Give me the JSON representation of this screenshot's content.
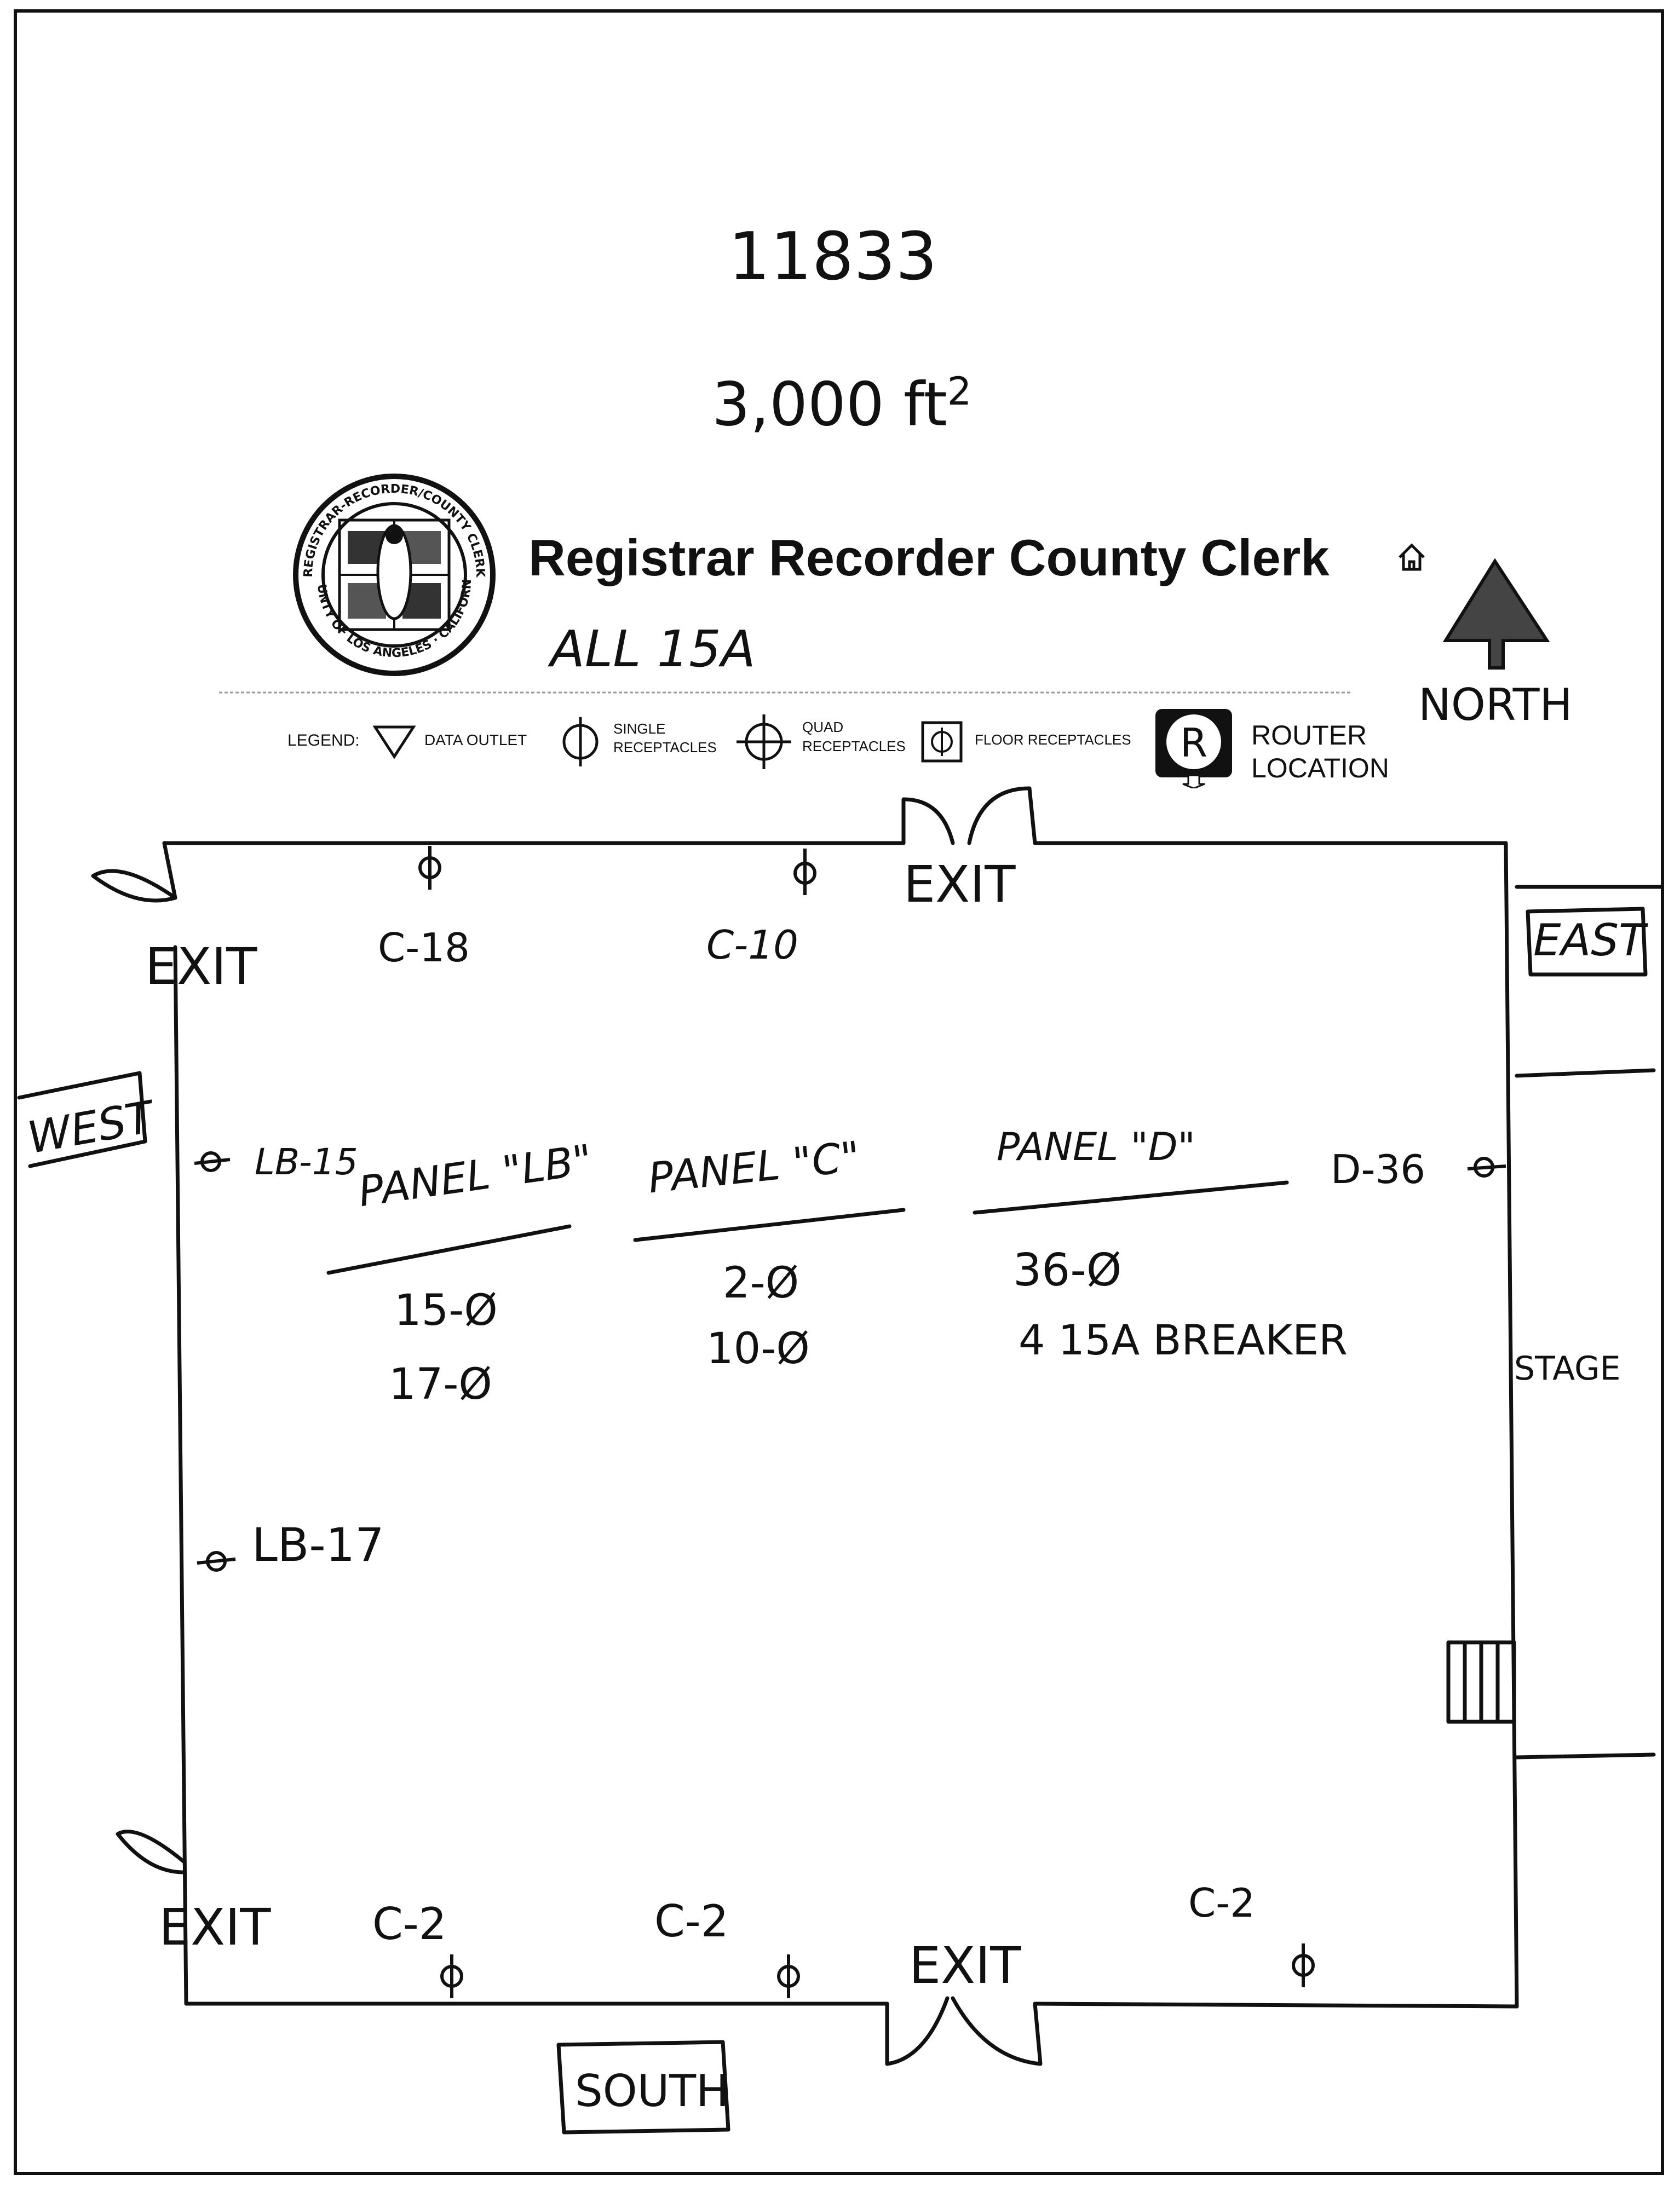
{
  "header": {
    "doc_number": "11833",
    "area": "3,000 ft",
    "area_sup": "2",
    "title": "Registrar Recorder County Clerk",
    "note": "ALL 15A",
    "north_label": "NORTH"
  },
  "seal": {
    "ring_text_top": "REGISTRAR-RECORDER/COUNTY CLERK",
    "ring_text_bottom": "COUNTY OF LOS ANGELES · CALIFORNIA"
  },
  "legend": {
    "label": "LEGEND:",
    "data_outlet": "DATA OUTLET",
    "single_line1": "SINGLE",
    "single_line2": "RECEPTACLES",
    "quad_line1": "QUAD",
    "quad_line2": "RECEPTACLES",
    "floor": "FLOOR RECEPTACLES",
    "router_symbol": "R",
    "router_line1": "ROUTER",
    "router_line2": "LOCATION"
  },
  "walls": {
    "west": "WEST",
    "east": "EAST",
    "south": "SOUTH",
    "stage": "STAGE"
  },
  "exits": {
    "north": "EXIT",
    "northwest": "EXIT",
    "southwest": "EXIT",
    "south": "EXIT"
  },
  "outlets": {
    "north_1": "C-18",
    "north_2": "C-10",
    "west_1": "LB-15",
    "west_2": "LB-17",
    "east_1": "D-36",
    "south_1": "C-2",
    "south_2": "C-2",
    "south_3": "C-2"
  },
  "panels": [
    {
      "name": "PANEL \"LB\"",
      "circuits": [
        "15-Ø",
        "17-Ø"
      ]
    },
    {
      "name": "PANEL \"C\"",
      "circuits": [
        "2-Ø",
        "10-Ø"
      ]
    },
    {
      "name": "PANEL \"D\"",
      "circuits": [
        "36-Ø",
        "4 15A BREAKER"
      ]
    }
  ]
}
